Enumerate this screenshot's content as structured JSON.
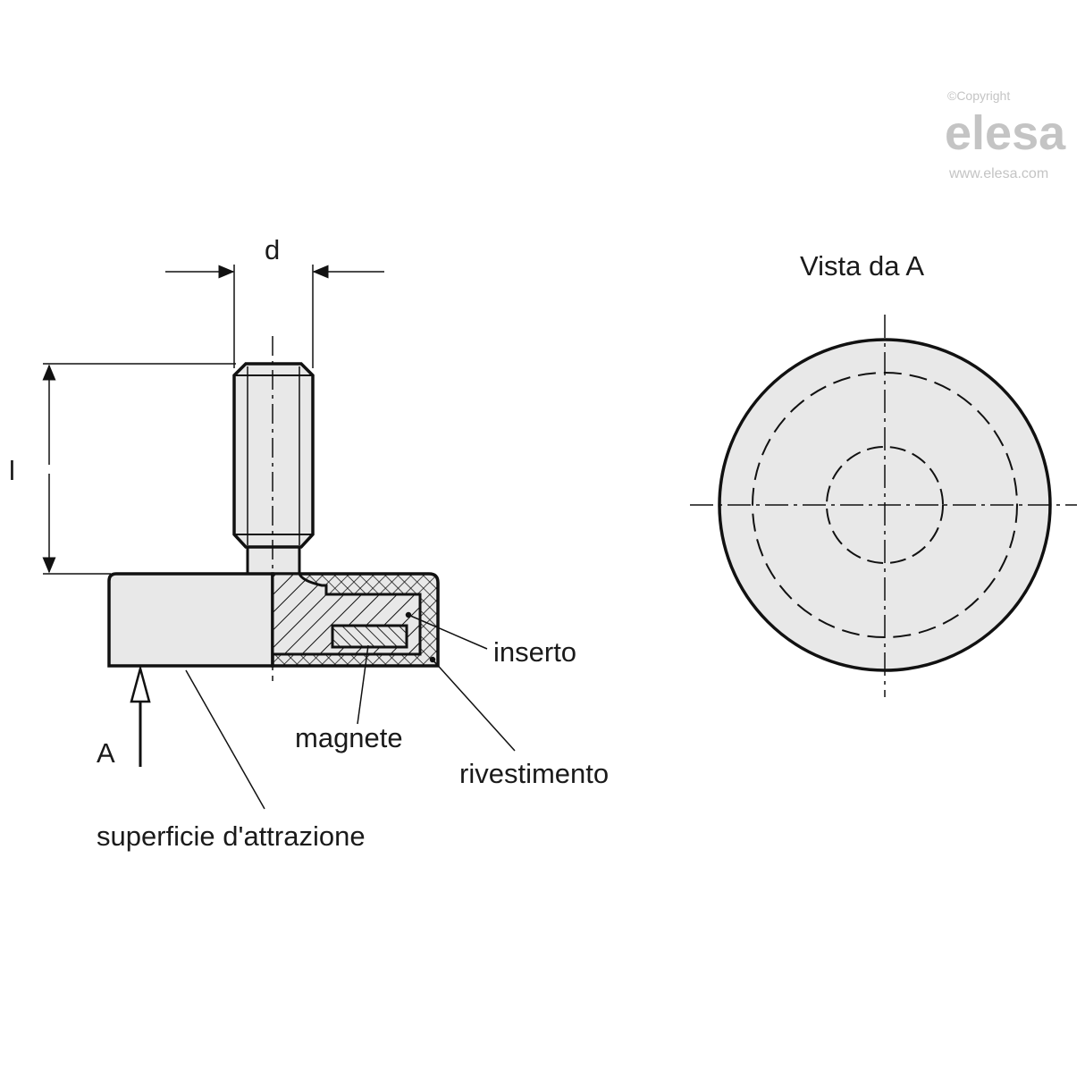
{
  "watermark": {
    "copyright": "©Copyright",
    "brand": "elesa",
    "url": "www.elesa.com"
  },
  "dimensions": {
    "diameter": "d",
    "length": "l"
  },
  "view_arrow": "A",
  "labels": {
    "insert": "inserto",
    "magnet": "magnete",
    "coating": "rivestimento",
    "surface": "superficie d'attrazione"
  },
  "view_title": "Vista da A",
  "colors": {
    "fill": "#e8e8e8",
    "stroke": "#111111",
    "watermark": "#c4c4c4"
  }
}
